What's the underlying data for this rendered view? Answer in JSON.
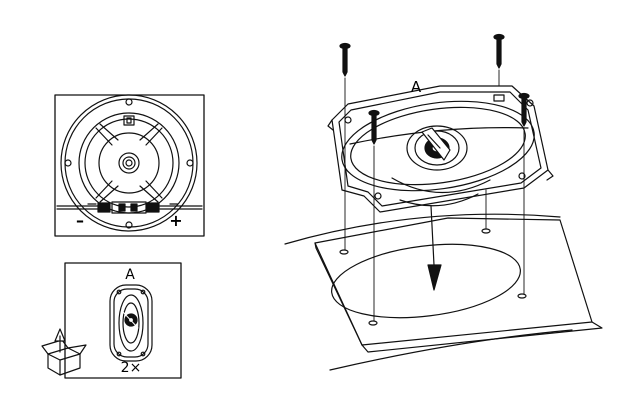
{
  "wiring_panel": {
    "minus": "–",
    "plus": "+"
  },
  "box_panel": {
    "speaker_label": "A",
    "quantity": "2×"
  },
  "install_view": {
    "speaker_label": "A"
  }
}
